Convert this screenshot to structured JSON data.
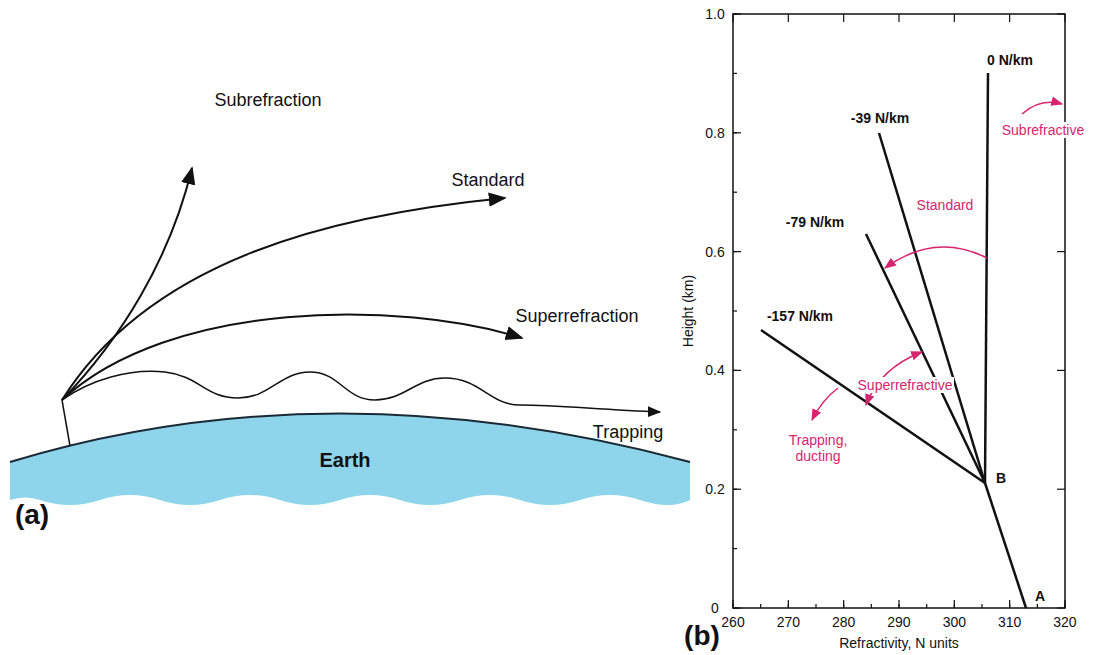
{
  "diagram": {
    "labels": [
      "Subrefraction",
      "Standard",
      "Superrefraction",
      "Trapping",
      "Earth",
      "(a)",
      "0 N/km",
      "-39 N/km",
      "-79 N/km",
      "-157 N/km",
      "Subrefractive",
      "Standard",
      "Superrefractive",
      "Trapping, ducting",
      "A",
      "B",
      "0",
      "0.2",
      "0.4",
      "0.6",
      "0.8",
      "1.0",
      "260",
      "270",
      "280",
      "290",
      "300",
      "310",
      "320",
      "Height (km)",
      "Refractivity, N units",
      "(b)"
    ]
  }
}
